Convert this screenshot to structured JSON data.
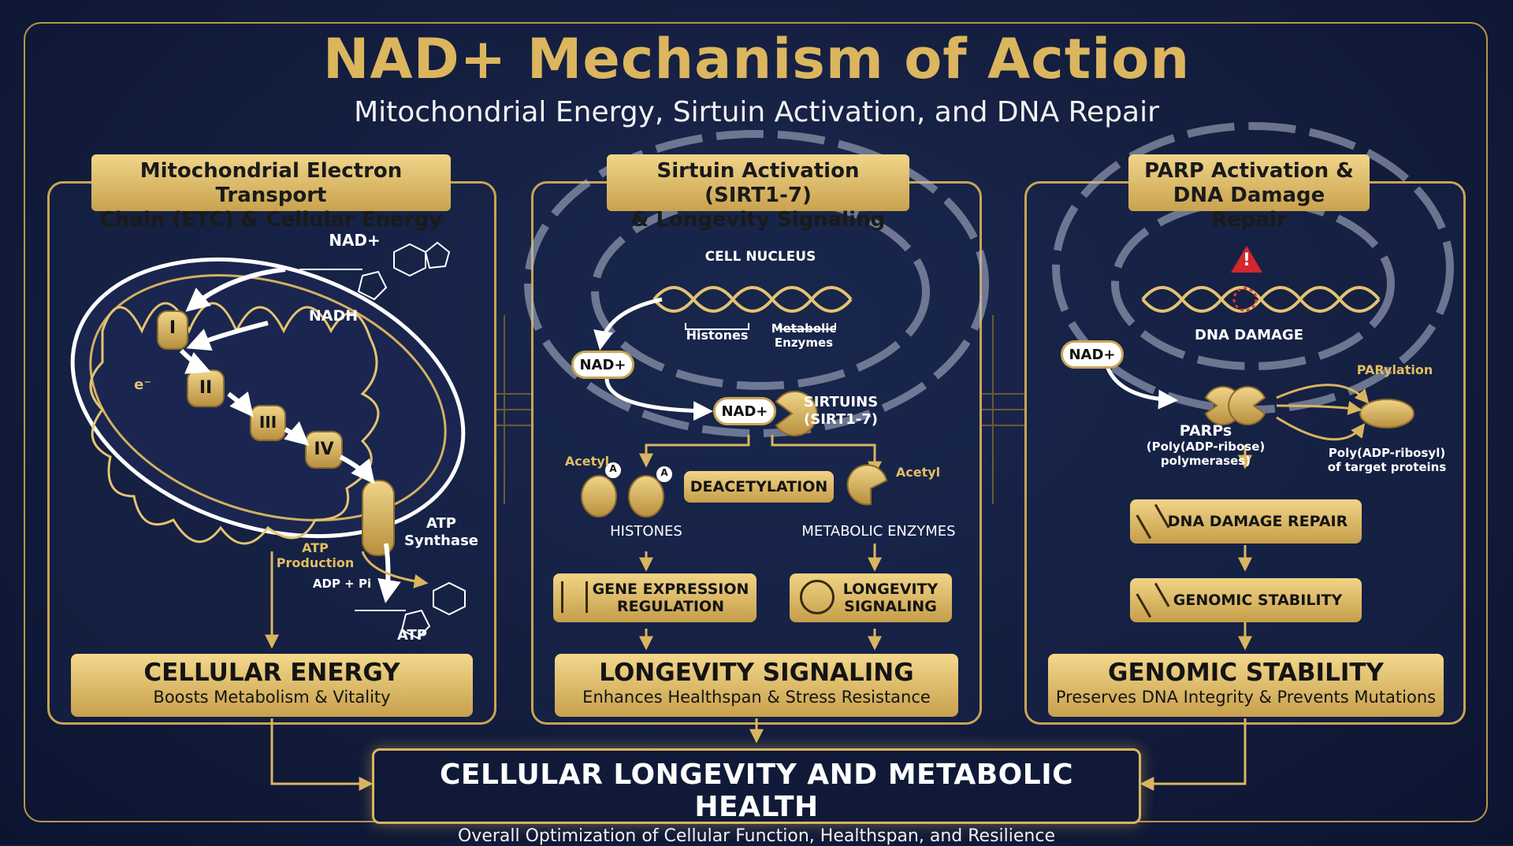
{
  "title": "NAD+ Mechanism of Action",
  "subtitle": "Mitochondrial Energy, Sirtuin Activation, and DNA Repair",
  "panels": {
    "etc": {
      "title": "Mitochondrial Electron Transport\nChain (ETC) & Cellular Energy",
      "nad": "NAD+",
      "nadh": "NADH",
      "complexes": [
        "I",
        "II",
        "III",
        "IV"
      ],
      "atp_synthase": "ATP\nSynthase",
      "atp_production": "ATP\nProduction",
      "adp": "ADP + Pi",
      "atp": "ATP",
      "electron": "e⁻",
      "result_title": "CELLULAR ENERGY",
      "result_sub": "Boosts Metabolism & Vitality"
    },
    "sirtuin": {
      "title": "Sirtuin Activation (SIRT1-7)\n& Longevity Signaling",
      "nucleus": "CELL NUCLEUS",
      "histones_small": "Histones",
      "enzymes_small": "Metabolic\nEnzymes",
      "nad": "NAD+",
      "nad2": "NAD+",
      "sirtuins": "SIRTUINS\n(SIRT1-7)",
      "acetyl_left": "Acetyl",
      "acetyl_right": "Acetyl",
      "acetyl_mark": "A",
      "deacetylation": "DEACETYLATION",
      "histones": "HISTONES",
      "metabolic_enzymes": "METABOLIC ENZYMES",
      "gene_expression": "GENE EXPRESSION\nREGULATION",
      "longevity_small": "LONGEVITY\nSIGNALING",
      "result_title": "LONGEVITY SIGNALING",
      "result_sub": "Enhances Healthspan & Stress Resistance"
    },
    "parp": {
      "title": "PARP Activation &\nDNA Damage Repair",
      "warning": "!",
      "dna_damage": "DNA DAMAGE",
      "nad": "NAD+",
      "parylation": "PARylation",
      "parps": "PARPs",
      "parps_sub": "(Poly(ADP-ribose)\npolymerases)",
      "poly": "Poly(ADP-ribosyl)\nof target proteins",
      "repair": "DNA DAMAGE REPAIR",
      "stability_small": "GENOMIC STABILITY",
      "result_title": "GENOMIC STABILITY",
      "result_sub": "Preserves DNA Integrity & Prevents Mutations"
    }
  },
  "final": {
    "title": "CELLULAR LONGEVITY AND METABOLIC HEALTH",
    "subtitle": "Overall Optimization of Cellular Function, Healthspan, and Resilience"
  },
  "colors": {
    "gold": "#c9a553",
    "navy": "#111a36"
  }
}
